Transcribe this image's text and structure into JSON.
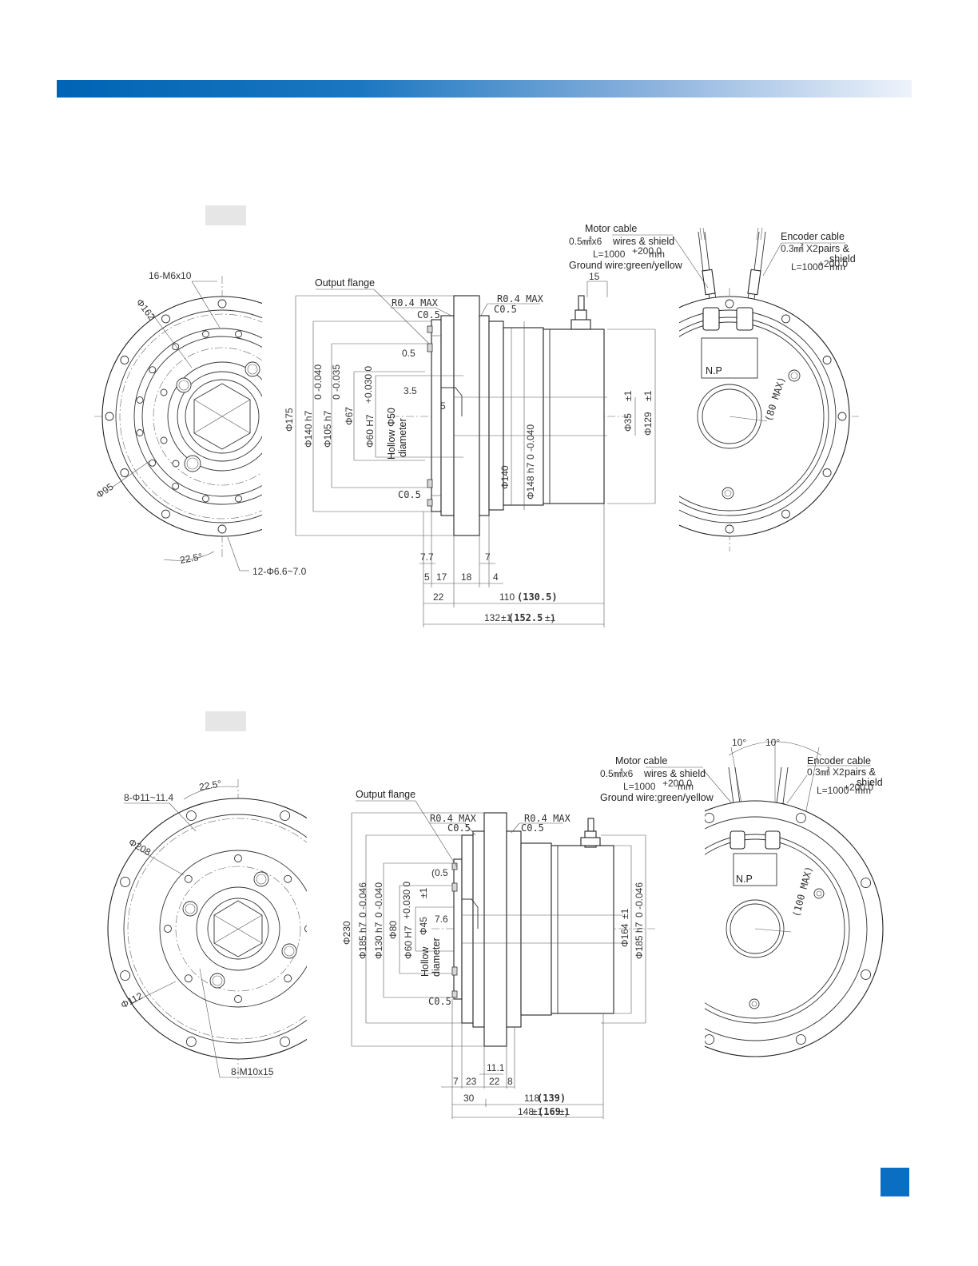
{
  "colors": {
    "bar_start": "#0064b4",
    "bar_end": "#eef3fb",
    "page_marker": "#0a6fc2"
  },
  "d1": {
    "front": {
      "bolt_label": "16-M6x10",
      "pcd_label": "Φ162",
      "inner_label": "Φ95",
      "angle_label": "22.5°",
      "holes_label": "12-Φ6.6~7.0"
    },
    "side": {
      "output_flange": "Output flange",
      "r04_left": "R0.4 MAX",
      "c05_left": "C0.5",
      "r04_right": "R0.4 MAX",
      "c05_right": "C0.5",
      "d05": "0.5",
      "d35": "3.5",
      "d5": "5",
      "c05_bottom": "C0.5",
      "phi175": "Φ175",
      "phi140h7": "Φ140 h7",
      "phi140h7_tol": "0 -0.040",
      "phi105h7": "Φ105 h7",
      "phi105h7_tol": "0 -0.035",
      "phi67": "Φ67",
      "phi60H7": "Φ60 H7",
      "phi60H7_tol": "+0.030 0",
      "hollow": "Hollow Φ50",
      "diameter": "diameter",
      "phi140": "Φ140",
      "phi148h7": "Φ148 h7",
      "phi148h7_tol": "0 -0.040",
      "phi35": "Φ35",
      "phi129": "Φ129",
      "pm1": "±1",
      "b77": "7.7",
      "b7": "7",
      "b5": "5",
      "b17": "17",
      "b18": "18",
      "b4": "4",
      "b22": "22",
      "b110": "110",
      "b1305": "(130.5)",
      "b132": "132",
      "b1525": "(152.5",
      "b1525_close": ")",
      "pm_small": "±1",
      "cable_15": "15"
    },
    "cables": {
      "motor_title": "Motor cable",
      "motor_wires_prefix": "0.5㎟x6",
      "motor_wires": "wires & shield",
      "motor_length": "L=1000",
      "motor_length_tol": "+200 0",
      "motor_length_unit": "mm",
      "ground": "Ground wire:green/yellow",
      "enc_title": "Encoder cable",
      "enc_prefix": "0.3㎟ X2",
      "enc_pairs": "pairs &",
      "enc_shield": "shield",
      "enc_length": "L=1000",
      "enc_length_tol": "+200 0",
      "enc_unit": "mm"
    },
    "rear": {
      "np": "N.P",
      "max_label": "(80 MAX)"
    }
  },
  "d2": {
    "front": {
      "angle_label": "22.5°",
      "holes_label": "8-Φ11~11.4",
      "pcd_label": "Φ208",
      "inner_label": "Φ112",
      "bolt_label": "8-M10x15"
    },
    "side": {
      "output_flange": "Output flange",
      "r04_left": "R0.4 MAX",
      "c05_left": "C0.5",
      "r04_right": "R0.4 MAX",
      "c05_right": "C0.5",
      "d05": "(0.5",
      "d76": "7.6",
      "c05_bottom": "C0.5",
      "phi230": "Φ230",
      "phi185h7": "Φ185 h7",
      "phi185h7_tol": "0 -0.046",
      "phi130h7": "Φ130 h7",
      "phi130h7_tol": "0 -0.040",
      "phi80": "Φ80",
      "phi60H7": "Φ60 H7",
      "phi60H7_tol": "+0.030 0",
      "phi45": "Φ45",
      "hollow": "Hollow",
      "diameter": "diameter",
      "phi164": "Φ164",
      "phi185h7r": "Φ185 h7",
      "phi185h7r_tol": "0 -0.046",
      "pm1": "±1",
      "b111": "11.1",
      "b7": "7",
      "b23": "23",
      "b22": "22",
      "b8": "8",
      "b30": "30",
      "b118": "118",
      "b139": "(139)",
      "b148": "148",
      "b169": "(169",
      "b169_close": ")",
      "pm_small": "±1"
    },
    "cables": {
      "angle_a": "10°",
      "angle_b": "10°",
      "motor_title": "Motor cable",
      "motor_wires_prefix": "0.5㎟x6",
      "motor_wires": "wires & shield",
      "motor_length": "L=1000",
      "motor_length_tol": "+200 0",
      "motor_length_unit": "mm",
      "ground": "Ground wire:green/yellow",
      "enc_title": "Encoder cable",
      "enc_prefix": "0.3㎟ X2",
      "enc_pairs": "pairs &",
      "enc_shield": "shield",
      "enc_length": "L=1000",
      "enc_length_tol": "+200 0",
      "enc_unit": "mm"
    },
    "rear": {
      "np": "N.P",
      "max_label": "(100 MAX)"
    }
  }
}
